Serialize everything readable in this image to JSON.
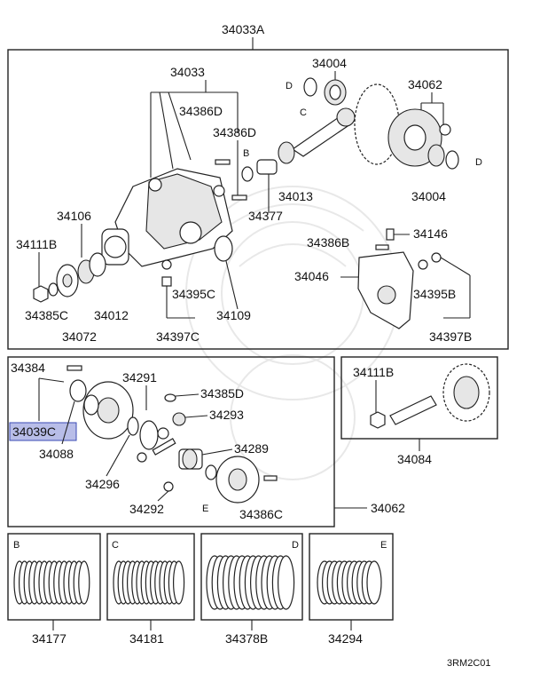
{
  "labels": {
    "assy_top": "34033A",
    "housing": "34033",
    "bolt_a": "34386D",
    "bolt_b": "34386D",
    "bearing_top": "34004",
    "spacer": "34013",
    "shim_stack": "34377",
    "carrier_062": "34062",
    "bearing_right": "34004",
    "seal": "34106",
    "nut_left": "34111B",
    "washer_left": "34385C",
    "flange": "34072",
    "oil_seal": "34012",
    "plug": "34395C",
    "plug_group": "34397C",
    "oring": "34109",
    "bolt_cover": "34386B",
    "bolt_146": "34146",
    "cover": "34046",
    "plug_right": "34395B",
    "plug_group_right": "34397B",
    "bolt_384": "34384",
    "pin_039": "34039C",
    "bearing_088": "34088",
    "gear_291": "34291",
    "washer_385d": "34385D",
    "pinion_293": "34293",
    "side_gear": "34289",
    "thrust_296": "34296",
    "pinion_shaft": "34292",
    "bolt_386c": "34386C",
    "case_062": "34062",
    "nut_gearset": "34111B",
    "gearset": "34084",
    "shim_b": "34177",
    "shim_c": "34181",
    "shim_d": "34378B",
    "shim_e": "34294",
    "ref_code": "3RM2C01"
  },
  "letters": {
    "b": "B",
    "c": "C",
    "d": "D",
    "e": "E"
  }
}
